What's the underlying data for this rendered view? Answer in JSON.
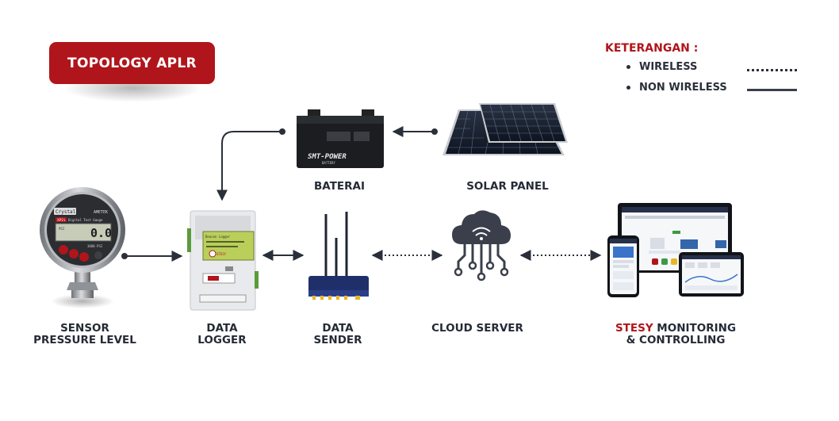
{
  "title": "TOPOLOGY APLR",
  "legend": {
    "heading": "KETERANGAN :",
    "items": [
      {
        "label": "WIRELESS",
        "style": "dotted"
      },
      {
        "label": "NON WIRELESS",
        "style": "solid"
      }
    ]
  },
  "nodes": {
    "sensor": {
      "line1": "SENSOR",
      "line2": "PRESSURE LEVEL"
    },
    "datalogger": {
      "line1": "DATA",
      "line2": "LOGGER"
    },
    "datasender": {
      "line1": "DATA",
      "line2": "SENDER"
    },
    "cloud": {
      "label": "CLOUD SERVER"
    },
    "stesy": {
      "accent": "STESY",
      "rest": " MONITORING",
      "line2": "& CONTROLLING"
    },
    "battery": {
      "label": "BATERAI"
    },
    "solar": {
      "label": "SOLAR PANEL"
    }
  },
  "device_text": {
    "gauge_brand": "Crystal",
    "gauge_model": "XP2i",
    "gauge_desc": "Digital Test Gauge",
    "gauge_maker": "AMETEK",
    "gauge_reading": "0.0",
    "gauge_unit": "PSI",
    "gauge_range": "3000 PSI",
    "battery_brand": "SMT-POWER",
    "battery_sub": "BATTERY",
    "logger_name": "Beacon Logger",
    "logger_tag": "STESY"
  },
  "colors": {
    "accent": "#b0151b",
    "line": "#2a2f3a",
    "text": "#252a36"
  }
}
